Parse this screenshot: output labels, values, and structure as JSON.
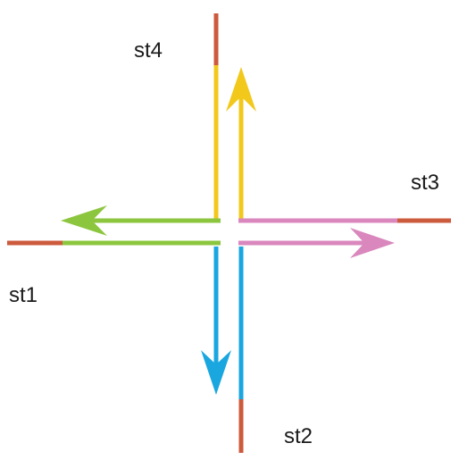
{
  "labels": {
    "st1": "st1",
    "st2": "st2",
    "st3": "st3",
    "st4": "st4"
  },
  "colors": {
    "road_end": "#cc5a3c",
    "north_arrow": "#f2c81b",
    "west_arrow": "#8cc63f",
    "east_arrow": "#d987bd",
    "south_arrow": "#1aa7e0"
  }
}
